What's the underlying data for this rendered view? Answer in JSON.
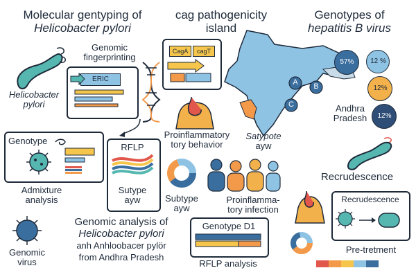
{
  "titles": {
    "molecular_line1": "Molecular gentyping of",
    "molecular_line2": "Helicobacter pylori",
    "cag_line1": "cag pathogenicity",
    "cag_line2": "island",
    "hbv_line1": "Genotypes of",
    "hbv_line2": "hepatitis B virus"
  },
  "labels": {
    "genomic_fingerprinting_1": "Genomic",
    "genomic_fingerprinting_2": "fingerprinting",
    "eric": "ERIC",
    "hp_1": "Helicobacter",
    "hp_2": "pylori",
    "genotype_box": "Genotype",
    "admixture_1": "Admixture",
    "admixture_2": "analysis",
    "rflp": "RFLP",
    "sutype_1": "Sutype",
    "sutype_2": "ayw",
    "cagA": "CagA",
    "cagT": "cagT",
    "proinfl_behavior_1": "Proinflammatory",
    "proinfl_behavior_2": "tory behavior",
    "satypote_1": "Satypote",
    "satypote_2": "ayw",
    "subtype_1": "Subtype",
    "subtype_2": "ayw",
    "proinfl_infection_1": "Proinflamma-",
    "proinfl_infection_2": "tory infection",
    "andhra_1": "Andhra",
    "andhra_2": "Pradesh",
    "recru_big": "Recrudescence",
    "recru_box": "Recrudescence",
    "pretreat": "Pre-tretment",
    "genomic_analysis_1": "Genomic analysis of",
    "genomic_analysis_2": "Helicobacter pylori",
    "genomic_analysis_3": "anh Anhloobacer pylör",
    "genomic_analysis_4": "from Andhra Pradesh",
    "genomic_virus_1": "Genomic",
    "genomic_virus_2": "virus",
    "genotype_d1": "Genotype D1",
    "rflp_analysis": "RFLP analysis",
    "map_a": "A",
    "map_b": "B",
    "map_c": "C"
  },
  "percent_circles": [
    {
      "label": "57%",
      "color": "#3a6e9e"
    },
    {
      "label": "12 %",
      "color": "#8fc3e4"
    },
    {
      "label": "12%",
      "color": "#f2b14a"
    },
    {
      "label": "12%",
      "color": "#2f4e77"
    }
  ],
  "colors": {
    "navy": "#1e2a3a",
    "teal": "#56b7b1",
    "orange": "#f2994a",
    "yellow": "#f5c64b",
    "blue": "#3a6e9e",
    "lightblue": "#8fc3e4",
    "red": "#e2574c"
  },
  "icons": [
    "bacterium-icon",
    "dna-icon",
    "virus-icon",
    "stomach-icon",
    "people-icon",
    "donut-chart-icon",
    "india-map-icon",
    "arrow-icon"
  ]
}
